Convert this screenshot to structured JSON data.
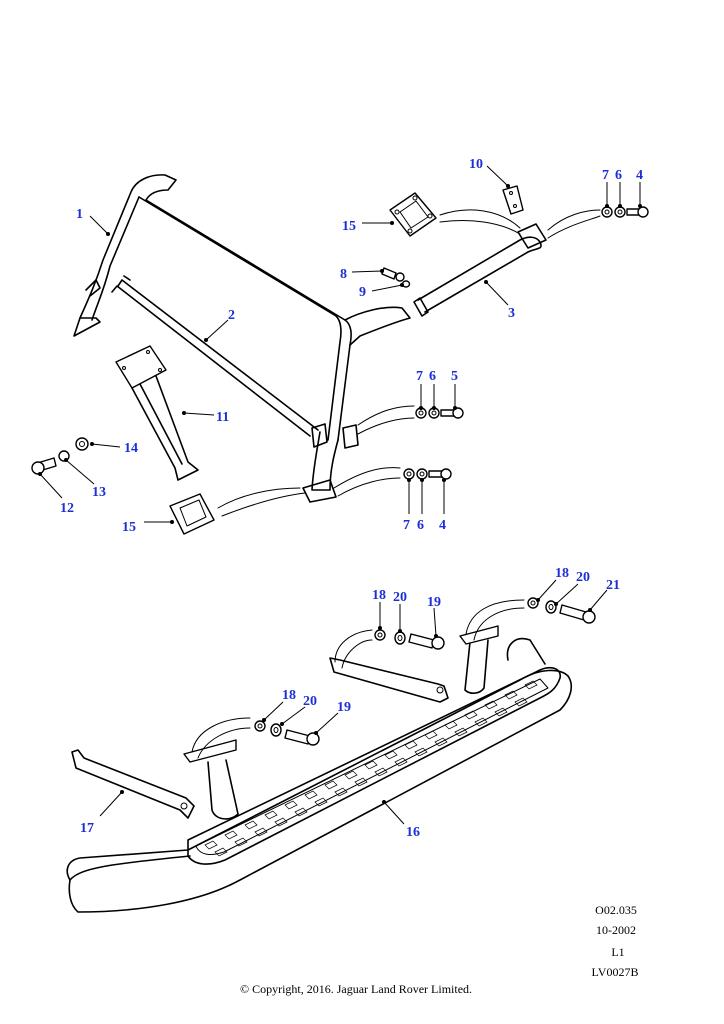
{
  "colors": {
    "callout": "#1c2fd6",
    "line": "#000000",
    "background": "#ffffff"
  },
  "callouts": [
    {
      "id": "c1",
      "label": "1"
    },
    {
      "id": "c2",
      "label": "2"
    },
    {
      "id": "c3",
      "label": "3"
    },
    {
      "id": "c10",
      "label": "10"
    },
    {
      "id": "c15a",
      "label": "15"
    },
    {
      "id": "c7a",
      "label": "7"
    },
    {
      "id": "c6a",
      "label": "6"
    },
    {
      "id": "c4a",
      "label": "4"
    },
    {
      "id": "c8",
      "label": "8"
    },
    {
      "id": "c9",
      "label": "9"
    },
    {
      "id": "c11",
      "label": "11"
    },
    {
      "id": "c14",
      "label": "14"
    },
    {
      "id": "c13",
      "label": "13"
    },
    {
      "id": "c12",
      "label": "12"
    },
    {
      "id": "c15b",
      "label": "15"
    },
    {
      "id": "c7b",
      "label": "7"
    },
    {
      "id": "c6b",
      "label": "6"
    },
    {
      "id": "c5",
      "label": "5"
    },
    {
      "id": "c7c",
      "label": "7"
    },
    {
      "id": "c6c",
      "label": "6"
    },
    {
      "id": "c4b",
      "label": "4"
    },
    {
      "id": "c18a",
      "label": "18"
    },
    {
      "id": "c20a",
      "label": "20"
    },
    {
      "id": "c19a",
      "label": "19"
    },
    {
      "id": "c18b",
      "label": "18"
    },
    {
      "id": "c20b",
      "label": "20"
    },
    {
      "id": "c21",
      "label": "21"
    },
    {
      "id": "c18c",
      "label": "18"
    },
    {
      "id": "c20c",
      "label": "20"
    },
    {
      "id": "c19b",
      "label": "19"
    },
    {
      "id": "c17",
      "label": "17"
    },
    {
      "id": "c16",
      "label": "16"
    }
  ],
  "meta": {
    "code": "O02.035",
    "date": "10-2002",
    "level": "L1",
    "ref": "LV0027B",
    "copyright": "© Copyright, 2016. Jaguar Land Rover Limited."
  }
}
